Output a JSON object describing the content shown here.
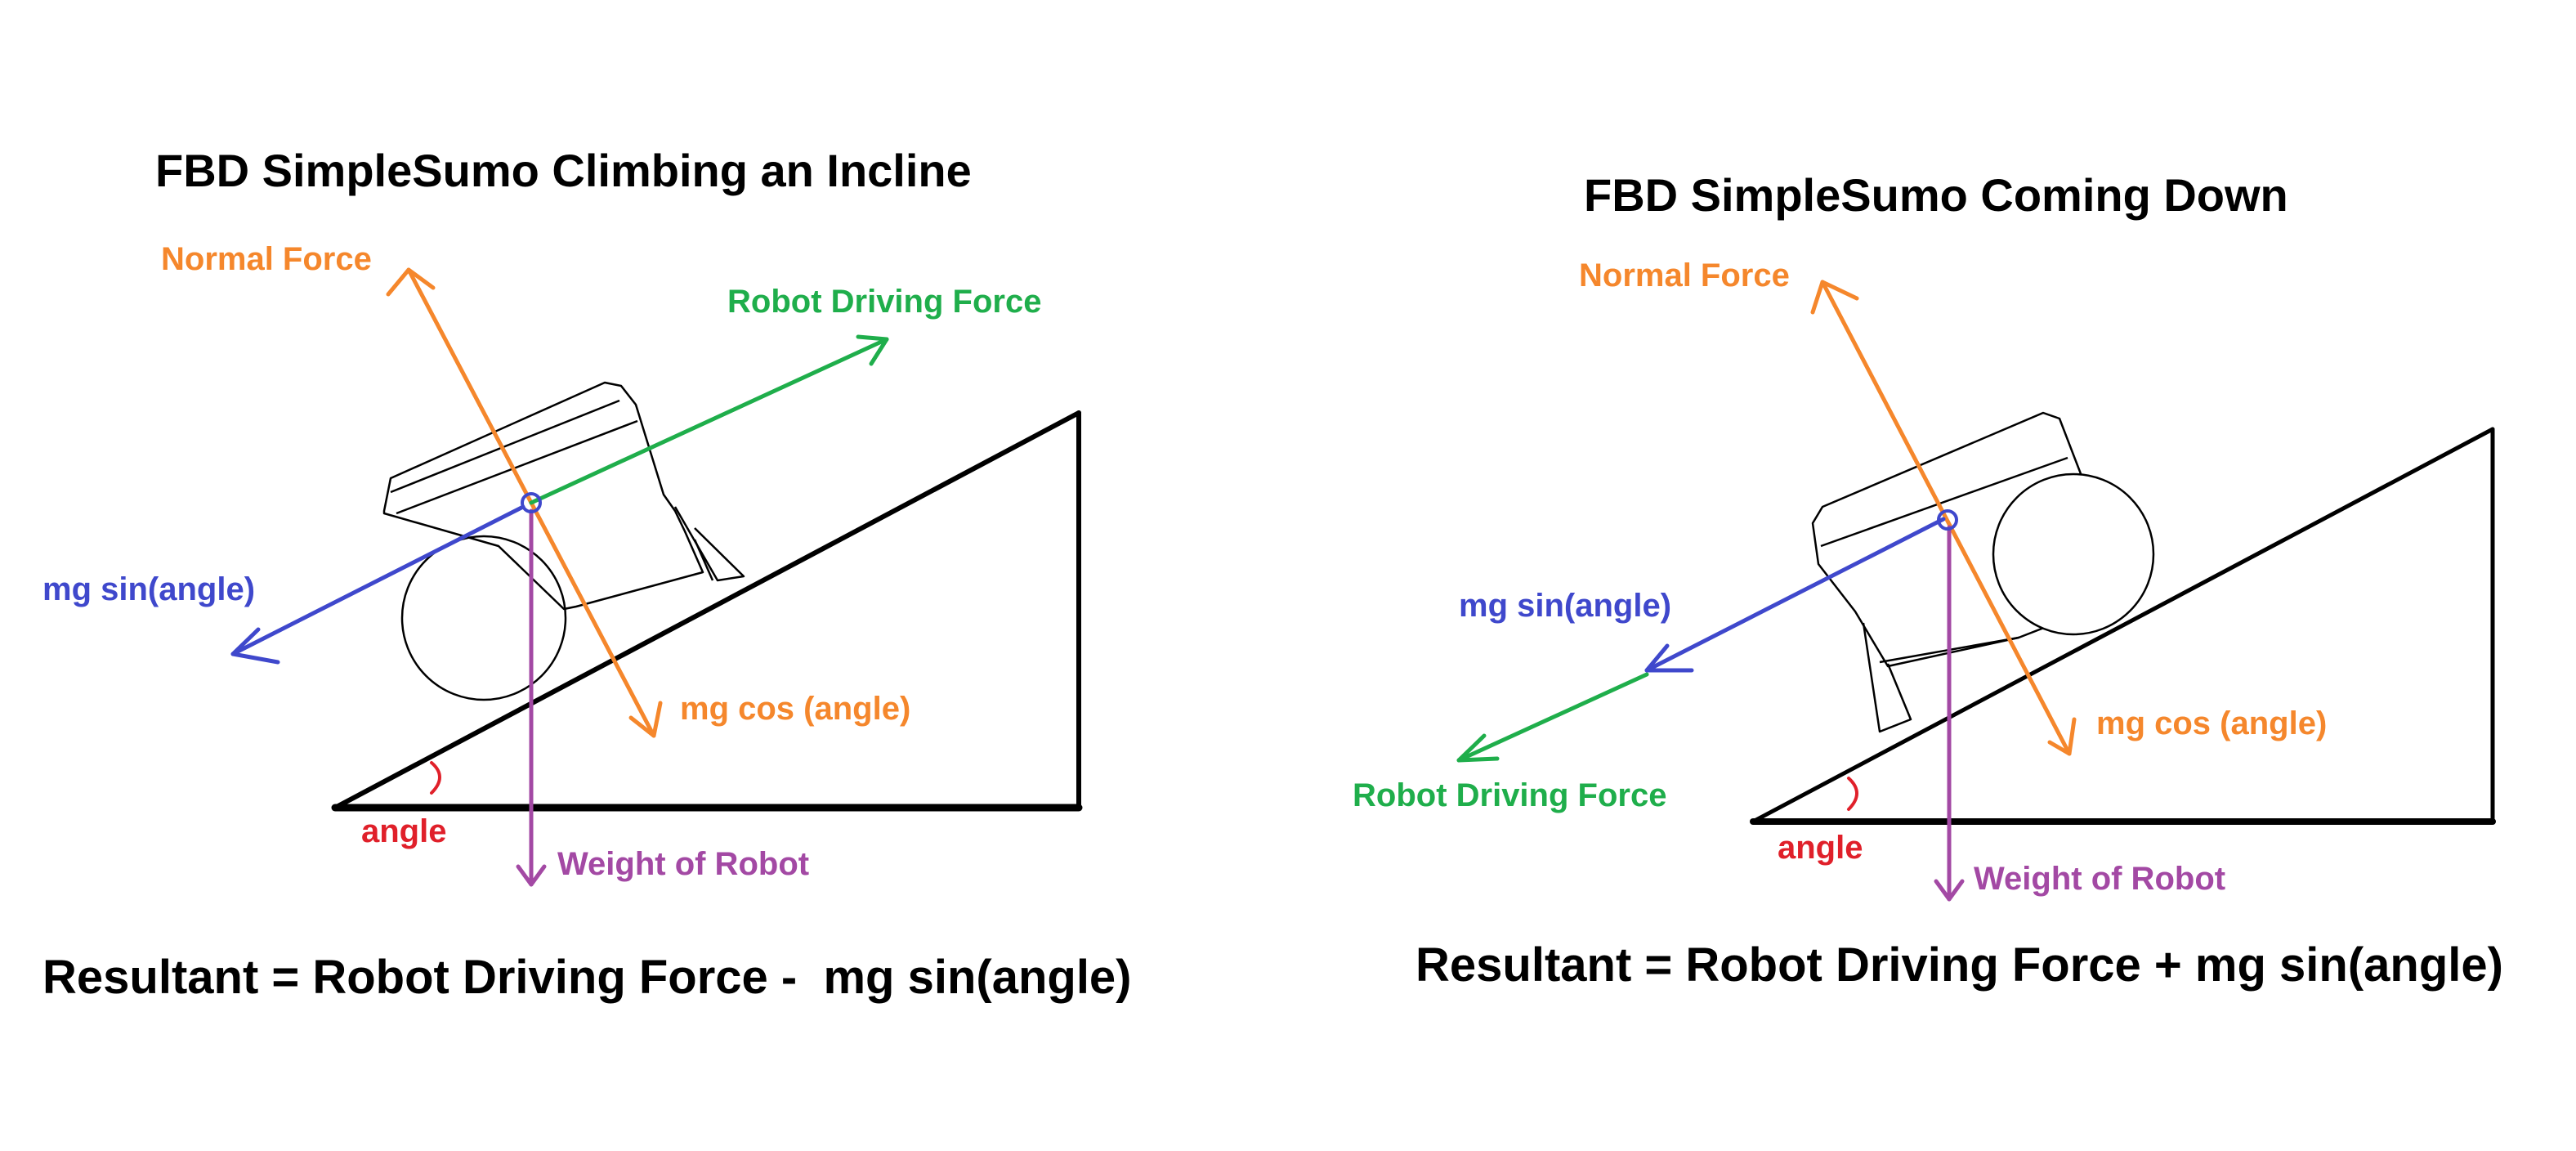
{
  "colors": {
    "normal": "#f5872c",
    "driving": "#1fae4b",
    "mg_sin": "#3f48cc",
    "weight": "#a349a4",
    "angle": "#e0202a",
    "line": "#000000"
  },
  "left": {
    "title": "FBD SimpleSumo Climbing an Incline",
    "normal_force_label": "Normal Force",
    "driving_force_label": "Robot Driving Force",
    "mg_sin_label": "mg sin(angle)",
    "mg_cos_label": "mg cos (angle)",
    "weight_label": "Weight of Robot",
    "angle_label": "angle",
    "resultant": "Resultant = Robot Driving Force -  mg sin(angle)"
  },
  "right": {
    "title": "FBD SimpleSumo Coming Down",
    "normal_force_label": "Normal Force",
    "driving_force_label": "Robot Driving Force",
    "mg_sin_label": "mg sin(angle)",
    "mg_cos_label": "mg cos (angle)",
    "weight_label": "Weight of Robot",
    "angle_label": "angle",
    "resultant": "Resultant = Robot Driving Force + mg sin(angle)"
  }
}
